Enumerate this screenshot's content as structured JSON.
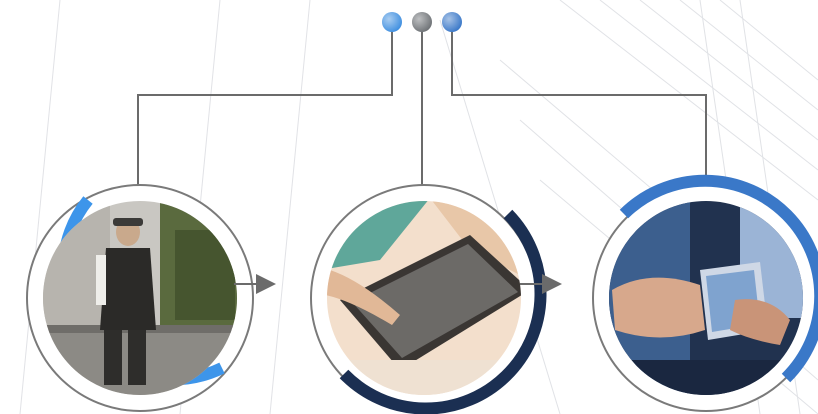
{
  "diagram": {
    "top_dots": [
      {
        "name": "dot-left",
        "color": "#3f8fe0"
      },
      {
        "name": "dot-middle",
        "color": "#6e7276"
      },
      {
        "name": "dot-right",
        "color": "#3a78c8"
      }
    ],
    "nodes": [
      {
        "name": "node-1",
        "image": "man-standing-on-street-photo",
        "ring_color": "#3d95ea",
        "accent": "lower-left-arc",
        "photo_tones": [
          "#c9c7c2",
          "#5a6a3e",
          "#2b2a28",
          "#8c8a85"
        ]
      },
      {
        "name": "node-2",
        "image": "hand-using-tablet-photo",
        "ring_color": "#1b2f52",
        "accent": "lower-right-arc",
        "photo_tones": [
          "#5fa79a",
          "#e8c7a8",
          "#3a3633",
          "#f3dfcc"
        ]
      },
      {
        "name": "node-3",
        "image": "hands-holding-smartphone-photo",
        "ring_color": "#3a78c8",
        "accent": "upper-right-arc",
        "photo_tones": [
          "#21324f",
          "#3c5f8e",
          "#d7a88c",
          "#9bb4d6"
        ]
      }
    ],
    "connector_color": "#6b6b6b",
    "outer_ring_color": "#7a7a7a",
    "arrows": [
      "arrow-node-1-to-node-2",
      "arrow-node-2-to-node-3"
    ]
  }
}
